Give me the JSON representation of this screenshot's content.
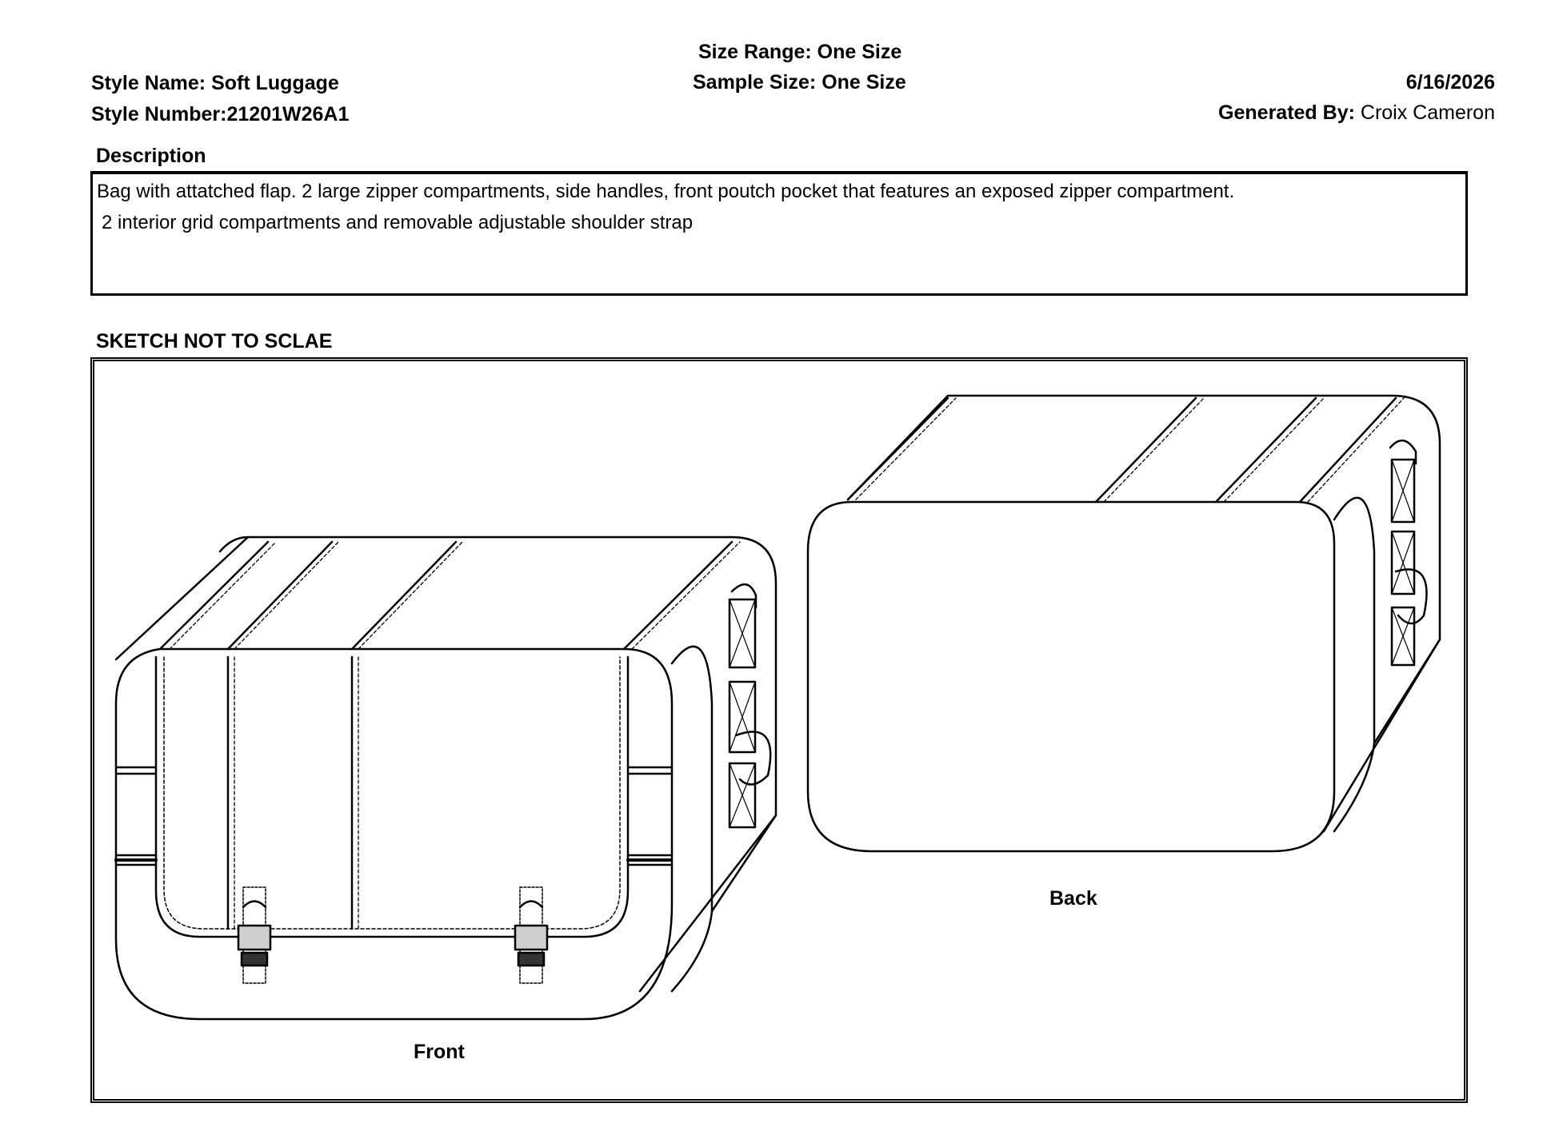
{
  "header": {
    "style_name_label": "Style Name:",
    "style_name_value": "Soft Luggage",
    "style_number_label": "Style Number:",
    "style_number_value": "21201W26A1",
    "size_range_label": "Size Range:",
    "size_range_value": "One Size",
    "sample_size_label": "Sample Size:",
    "sample_size_value": "One Size",
    "date": "6/16/2026",
    "generated_by_label": "Generated By:",
    "generated_by_value": "Croix Cameron"
  },
  "description": {
    "label": "Description",
    "line_1": "Bag with attatched flap.  2 large zipper compartments, side handles, front poutch pocket that features an exposed zipper compartment.",
    "line_2": "2 interior grid compartments and removable adjustable shoulder strap"
  },
  "sketch": {
    "label": "SKETCH NOT TO SCLAE",
    "front_caption": "Front",
    "back_caption": "Back"
  }
}
